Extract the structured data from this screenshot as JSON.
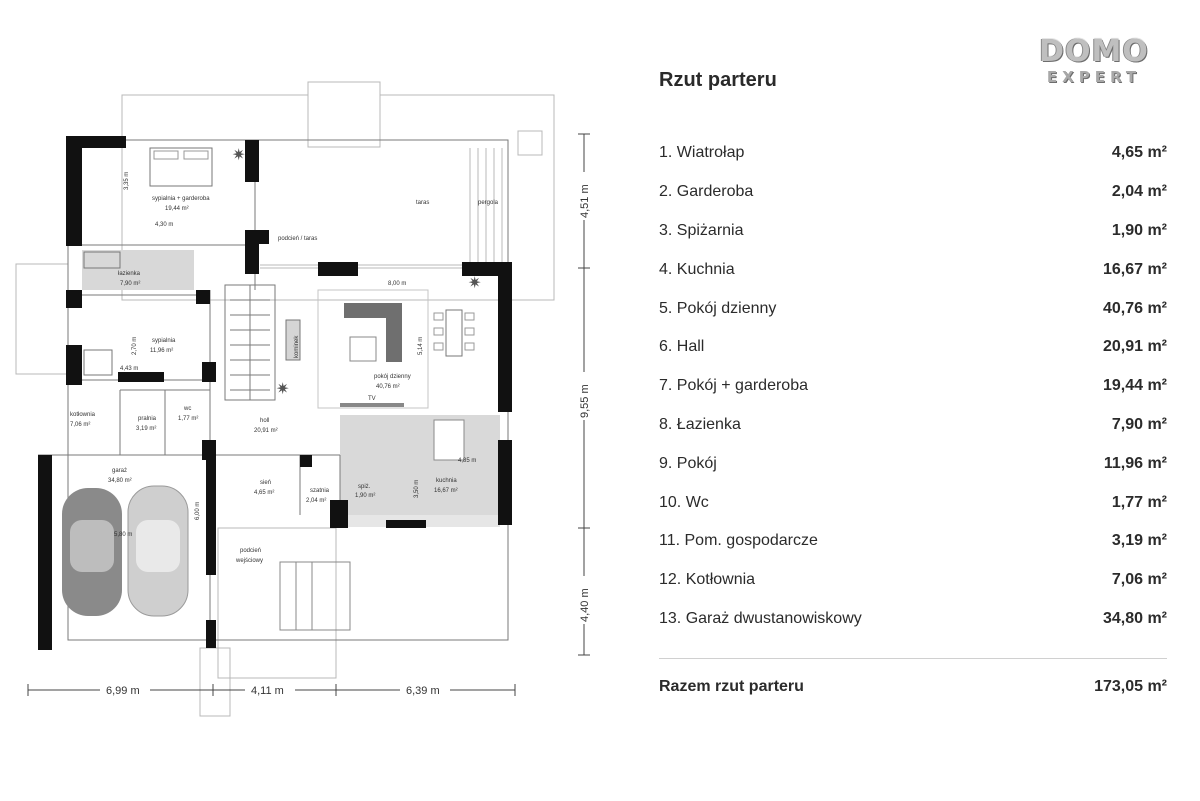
{
  "logo": {
    "line1": "DOMO",
    "line2": "EXPERT"
  },
  "panel": {
    "title": "Rzut parteru",
    "rooms": [
      {
        "name": "1. Wiatrołap",
        "area": "4,65 m²"
      },
      {
        "name": "2. Garderoba",
        "area": "2,04 m²"
      },
      {
        "name": "3. Spiżarnia",
        "area": "1,90 m²"
      },
      {
        "name": "4. Kuchnia",
        "area": "16,67 m²"
      },
      {
        "name": "5. Pokój dzienny",
        "area": "40,76 m²"
      },
      {
        "name": "6. Hall",
        "area": "20,91 m²"
      },
      {
        "name": "7. Pokój + garderoba",
        "area": "19,44 m²"
      },
      {
        "name": "8. Łazienka",
        "area": "7,90 m²"
      },
      {
        "name": "9. Pokój",
        "area": "11,96 m²"
      },
      {
        "name": "10. Wc",
        "area": "1,77 m²"
      },
      {
        "name": "11. Pom. gospodarcze",
        "area": "3,19 m²"
      },
      {
        "name": "12. Kotłownia",
        "area": "7,06 m²"
      },
      {
        "name": "13. Garaż dwustanowiskowy",
        "area": "34,80 m²"
      }
    ],
    "total": {
      "label": "Razem rzut parteru",
      "value": "173,05 m²"
    }
  },
  "plan": {
    "labels": {
      "bedroom1_name": "sypialnia + garderoba",
      "bedroom1_area": "19,44 m²",
      "bedroom1_width": "4,30 m",
      "bedroom1_depth": "3,35 m",
      "bathroom_name": "łazienka",
      "bathroom_area": "7,90 m²",
      "bedroom2_name": "sypialnia",
      "bedroom2_area": "11,96 m²",
      "bedroom2_depth": "2,70 m",
      "bedroom2_width": "4,43 m",
      "boiler_name": "kotłownia",
      "boiler_area": "7,06 m²",
      "laundry_name": "pralnia",
      "laundry_area": "3,19 m²",
      "wc_name": "wc",
      "wc_area": "1,77 m²",
      "hall_name": "holl",
      "hall_area": "20,91 m²",
      "living_name": "pokój dzienny",
      "living_area": "40,76 m²",
      "living_width": "8,00 m",
      "living_depth": "5,14 m",
      "fireplace": "kominek",
      "tv": "TV",
      "kitchen_name": "kuchnia",
      "kitchen_area": "16,67 m²",
      "kitchen_width": "4,85 m",
      "kitchen_depth": "3,50 m",
      "pantry_name": "spiż.",
      "pantry_area": "1,90 m²",
      "wardrobe_name": "szatnia",
      "wardrobe_area": "2,04 m²",
      "vestibule_name": "sień",
      "vestibule_area": "4,65 m²",
      "entrance_line1": "podcień",
      "entrance_line2": "wejściowy",
      "garage_name": "garaż",
      "garage_area": "34,80 m²",
      "garage_width": "5,80 m",
      "garage_depth": "6,00 m",
      "porch": "podcień / taras",
      "terrace": "taras",
      "pergola": "pergola"
    },
    "dims": {
      "bottom_left": "6,99 m",
      "bottom_mid": "4,11 m",
      "bottom_right": "6,39 m",
      "right_top": "4,51 m",
      "right_mid": "9,55 m",
      "right_bottom": "4,40 m"
    }
  }
}
